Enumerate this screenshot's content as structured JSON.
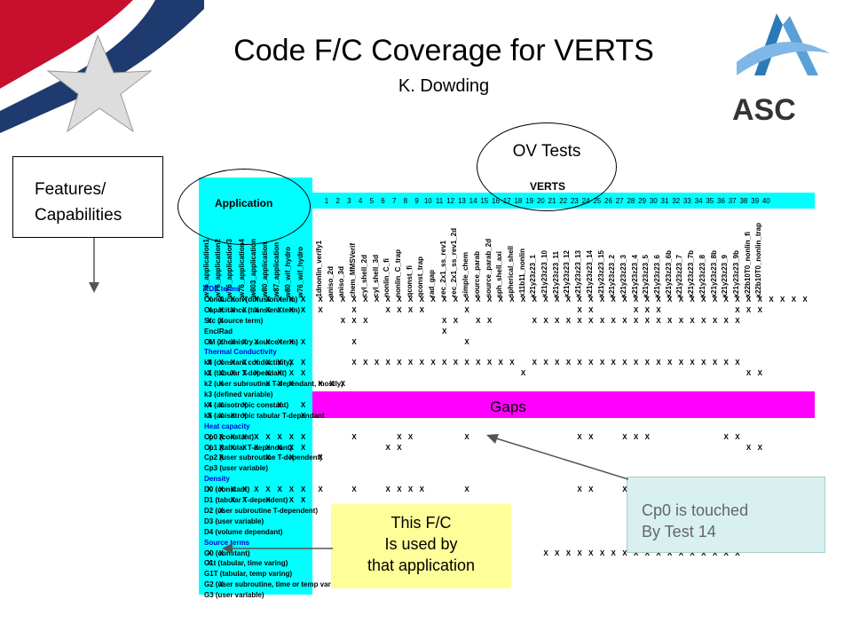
{
  "header": {
    "title": "Code F/C Coverage for VERTS",
    "subtitle": "K. Dowding",
    "logo_text": "ASC"
  },
  "callouts": {
    "features_line1": "Features/",
    "features_line2": "Capabilities",
    "ov_tests": "OV Tests",
    "app_line1": "This F/C",
    "app_line2": "Is used by",
    "app_line3": "that application",
    "test_line1": "Cp0 is touched",
    "test_line2": "By Test 14",
    "gaps": "Gaps"
  },
  "table": {
    "application_header": "Application",
    "verts_header": "VERTS",
    "numbers": [
      "1",
      "2",
      "3",
      "4",
      "5",
      "6",
      "7",
      "8",
      "9",
      "10",
      "11",
      "12",
      "13",
      "14",
      "15",
      "16",
      "17",
      "18",
      "19",
      "20",
      "21",
      "22",
      "23",
      "24",
      "25",
      "26",
      "27",
      "28",
      "29",
      "30",
      "31",
      "32",
      "33",
      "34",
      "35",
      "36",
      "37",
      "38",
      "39",
      "40"
    ],
    "app_columns": [
      "w76_application1",
      "w76_application2",
      "w76_application3",
      "w76_application4",
      "w803_application",
      "w80_application",
      "w87_application",
      "w80_wif_hydro",
      "w76_wif_hydro"
    ],
    "test_columns": [
      "1dnonlin_verify1",
      "aniso_2d",
      "aniso_3d",
      "chem_MMSVerif",
      "cyl_shell_2d",
      "cyl_shell_3d",
      "nonlin_C_fi",
      "nonlin_C_trap",
      "qconst_fi",
      "qconst_trap",
      "rad_gap",
      "rec_2x1_ss_rev1",
      "rec_2x1_ss_rev1_2d",
      "simple_chem",
      "source_parab",
      "source_parab_2d",
      "sph_shell_axi",
      "spherical_shell",
      "x11b11_nonlin",
      "x21y23z23_1",
      "x21y23z23_10",
      "x21y23z23_11",
      "x21y23z23_12",
      "x21y23z23_13",
      "x21y23z23_14",
      "x21y23z23_15",
      "x21y23z23_2",
      "x21y23z23_3",
      "x21y23z23_4",
      "x21y23z23_5",
      "x21y23z23_6",
      "x21y23z23_6b",
      "x21y23z23_7",
      "x21y23z23_7b",
      "x21y23z23_8",
      "x21y23z23_8b",
      "x21y23z23_9",
      "x21y23z23_9b",
      "x22b10T0_nonlin_fi",
      "x22b10T0_nonlin_trap"
    ],
    "mark": "X",
    "rows": [
      {
        "label": "PDE terms",
        "cat": true
      },
      {
        "label": "Conduction (diffusion term)",
        "a": [
          1,
          1,
          1,
          1,
          1,
          1,
          1,
          1,
          1
        ],
        "t": [
          1,
          1,
          1,
          1,
          1,
          1,
          1,
          1,
          1,
          1,
          1,
          1,
          1,
          1,
          1,
          1,
          1,
          1,
          1,
          1,
          1,
          1,
          1,
          1,
          1,
          1,
          1,
          1,
          1,
          1,
          1,
          1,
          1,
          1,
          1,
          1,
          1,
          1,
          1,
          1,
          1,
          1,
          1,
          1
        ]
      },
      {
        "label": "Capacitance (transient term)",
        "a": [
          1,
          1,
          1,
          1,
          1,
          1,
          1,
          1,
          1
        ],
        "t": [
          1,
          0,
          0,
          1,
          0,
          0,
          1,
          1,
          1,
          1,
          0,
          0,
          0,
          1,
          0,
          0,
          0,
          0,
          0,
          0,
          0,
          0,
          0,
          1,
          1,
          0,
          0,
          0,
          1,
          1,
          1,
          0,
          0,
          0,
          0,
          0,
          0,
          1,
          1,
          1
        ]
      },
      {
        "label": "Src (source term)",
        "a": [
          1,
          1,
          0,
          0,
          0,
          0,
          0,
          0,
          0
        ],
        "t": [
          0,
          0,
          1,
          1,
          1,
          0,
          0,
          0,
          0,
          0,
          0,
          1,
          1,
          0,
          1,
          1,
          0,
          0,
          0,
          1,
          1,
          1,
          1,
          1,
          1,
          1,
          1,
          1,
          1,
          1,
          1,
          1,
          1,
          1,
          1,
          1,
          1,
          1,
          0,
          0
        ]
      },
      {
        "label": "EnclRad",
        "t": [
          0,
          0,
          0,
          0,
          0,
          0,
          0,
          0,
          0,
          0,
          0,
          1,
          0,
          0,
          0,
          0,
          0,
          0,
          0,
          0,
          0,
          0,
          0,
          0,
          0,
          0,
          0,
          0,
          0,
          0,
          0,
          0,
          0,
          0,
          0,
          0,
          0,
          0,
          0,
          0
        ]
      },
      {
        "label": "CM (chemistry source term)",
        "a": [
          1,
          1,
          1,
          1,
          1,
          1,
          1,
          1,
          1
        ],
        "t": [
          0,
          0,
          0,
          1,
          0,
          0,
          0,
          0,
          0,
          0,
          0,
          0,
          0,
          1,
          0,
          0,
          0,
          0,
          0,
          0,
          0,
          0,
          0,
          0,
          0,
          0,
          0,
          0,
          0,
          0,
          0,
          0,
          0,
          0,
          0,
          0,
          0,
          0,
          0,
          0
        ]
      },
      {
        "label": "Thermal Conductivity",
        "cat": true
      },
      {
        "label": "k0 (constant conductivity)",
        "a": [
          1,
          1,
          1,
          1,
          1,
          1,
          1,
          1,
          1
        ],
        "t": [
          0,
          0,
          0,
          1,
          1,
          1,
          1,
          1,
          1,
          1,
          1,
          1,
          1,
          1,
          1,
          1,
          1,
          1,
          0,
          1,
          1,
          1,
          1,
          1,
          1,
          1,
          1,
          1,
          1,
          1,
          1,
          1,
          1,
          1,
          1,
          1,
          1,
          1,
          0,
          0
        ]
      },
      {
        "label": "k1 (tabular T-dependant)",
        "a": [
          1,
          1,
          1,
          1,
          1,
          1,
          1,
          1,
          1
        ],
        "t": [
          0,
          0,
          0,
          0,
          0,
          0,
          0,
          0,
          0,
          0,
          0,
          0,
          0,
          0,
          0,
          0,
          0,
          0,
          1,
          0,
          0,
          0,
          0,
          0,
          0,
          0,
          0,
          0,
          0,
          0,
          0,
          0,
          0,
          0,
          0,
          0,
          0,
          0,
          1,
          1
        ]
      },
      {
        "label": "k2 (user subroutine T-dependant, mostly)",
        "a": [
          0,
          1,
          0,
          0,
          0,
          1,
          1,
          1,
          0
        ],
        "t": [
          1,
          1,
          1,
          0,
          0,
          0,
          0,
          0,
          0,
          0,
          0,
          0,
          0,
          0,
          0,
          0,
          0,
          0,
          0,
          0,
          0,
          0,
          0,
          0,
          0,
          0,
          0,
          0,
          0,
          0,
          0,
          0,
          0,
          0,
          0,
          0,
          0,
          0,
          0,
          0
        ]
      },
      {
        "label": "k3 (defined variable)"
      },
      {
        "label": "k4 (anisotropic constant)",
        "a": [
          1,
          1,
          0,
          1,
          0,
          0,
          1,
          0,
          1
        ]
      },
      {
        "label": "k5 (anisotropic tabular T-dependant",
        "a": [
          1,
          1,
          1,
          1,
          0,
          0,
          0,
          0,
          1
        ]
      },
      {
        "label": "Heat capacity",
        "cat": true
      },
      {
        "label": "Cp0 (constant)",
        "a": [
          1,
          1,
          1,
          1,
          1,
          1,
          1,
          1,
          1
        ],
        "t": [
          0,
          0,
          0,
          1,
          0,
          0,
          0,
          1,
          1,
          0,
          0,
          0,
          0,
          1,
          0,
          0,
          0,
          0,
          0,
          0,
          0,
          0,
          0,
          1,
          1,
          0,
          0,
          1,
          1,
          1,
          0,
          0,
          0,
          0,
          0,
          0,
          1,
          1,
          0,
          0
        ]
      },
      {
        "label": "Cp1 (tabular T-dependant)",
        "a": [
          1,
          1,
          1,
          1,
          1,
          1,
          1,
          1,
          1
        ],
        "t": [
          0,
          0,
          0,
          0,
          0,
          0,
          1,
          1,
          0,
          0,
          0,
          0,
          0,
          0,
          0,
          0,
          0,
          0,
          0,
          0,
          0,
          0,
          0,
          0,
          0,
          0,
          0,
          0,
          0,
          0,
          0,
          0,
          0,
          0,
          0,
          0,
          0,
          0,
          1,
          1
        ]
      },
      {
        "label": "Cp2 (user subroutine T-dependent)",
        "a": [
          0,
          1,
          0,
          0,
          0,
          1,
          0,
          1,
          0
        ],
        "t": [
          1,
          0,
          0,
          0,
          0,
          0,
          0,
          0,
          0,
          0,
          0,
          0,
          0,
          0,
          0,
          0,
          0,
          0,
          0,
          0,
          0,
          0,
          0,
          0,
          0,
          0,
          0,
          0,
          0,
          0,
          0,
          0,
          0,
          0,
          0,
          0,
          0,
          0,
          0,
          0
        ]
      },
      {
        "label": "Cp3 (user variable)"
      },
      {
        "label": "Density",
        "cat": true
      },
      {
        "label": "D0 (constant)",
        "a": [
          1,
          1,
          1,
          1,
          1,
          1,
          1,
          1,
          1
        ],
        "t": [
          1,
          0,
          0,
          1,
          0,
          0,
          1,
          1,
          1,
          1,
          0,
          0,
          0,
          1,
          0,
          0,
          0,
          0,
          0,
          0,
          0,
          0,
          0,
          1,
          1,
          0,
          0,
          1,
          1,
          1,
          0,
          0,
          0,
          0,
          0,
          1,
          1,
          1,
          1,
          0
        ]
      },
      {
        "label": "D1 (tabular T-dependent)",
        "a": [
          0,
          0,
          1,
          1,
          0,
          1,
          0,
          1,
          1
        ]
      },
      {
        "label": "D2 (user subroutine T-dependent)",
        "a": [
          0,
          1,
          0,
          0,
          0,
          0,
          0,
          0,
          0
        ]
      },
      {
        "label": "D3 (user variable)"
      },
      {
        "label": "D4 (volume dependant)"
      },
      {
        "label": "Source terms",
        "cat": true
      },
      {
        "label": "G0 (constant)",
        "a": [
          1,
          1,
          0,
          0,
          0,
          0,
          0,
          0,
          0
        ],
        "t": [
          0,
          0,
          0,
          0,
          0,
          0,
          0,
          0,
          0,
          0,
          0,
          0,
          0,
          0,
          0,
          0,
          0,
          0,
          0,
          0,
          1,
          1,
          1,
          1,
          1,
          1,
          1,
          1,
          1,
          1,
          1,
          1,
          1,
          1,
          1,
          1,
          1,
          1,
          0,
          0
        ]
      },
      {
        "label": "G1t (tabular, time varing)",
        "a": [
          1,
          0,
          0,
          0,
          0,
          0,
          0,
          0,
          0
        ]
      },
      {
        "label": "G1T (tabular, temp varing)"
      },
      {
        "label": "G2 (user subroutine, time or temp varing)",
        "a": [
          0,
          1,
          0,
          0,
          0,
          0,
          0,
          0,
          0
        ],
        "t": [
          0,
          0,
          1,
          1,
          1,
          0,
          0,
          0,
          0,
          0,
          0,
          0,
          1,
          1,
          1,
          1,
          0,
          0,
          0,
          0,
          0,
          0,
          0,
          0,
          0,
          0,
          0,
          0,
          0,
          0,
          0,
          0,
          0,
          0,
          0,
          0,
          0,
          0,
          0,
          0
        ]
      },
      {
        "label": "G3 (user variable)"
      }
    ]
  }
}
